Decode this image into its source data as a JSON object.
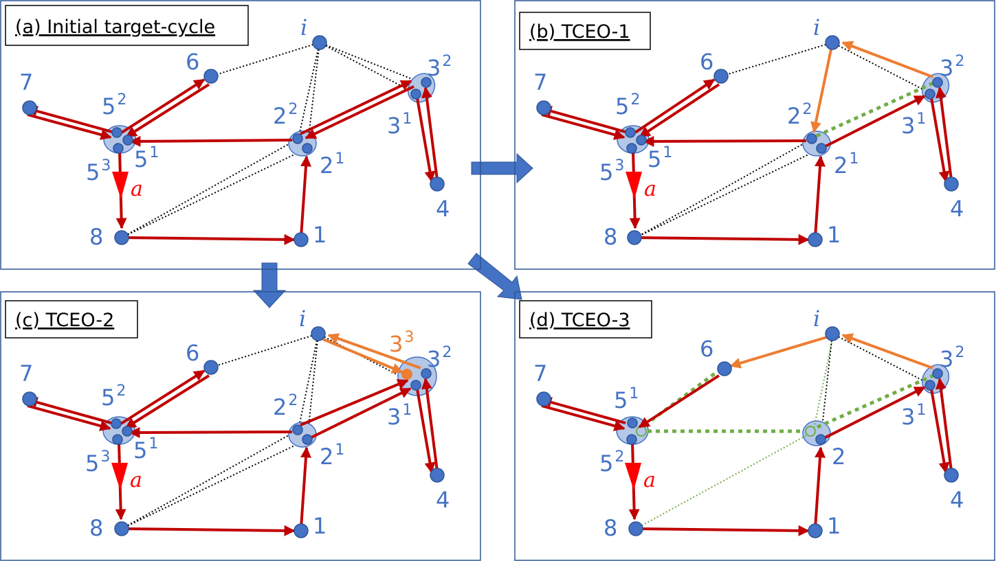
{
  "colors": {
    "node": "#4472C4",
    "node_stroke": "#2F5597",
    "cluster": "#B4C7E7",
    "red": "#C00000",
    "bright_red": "#FF0000",
    "orange": "#ED7D31",
    "green": "#70AD47",
    "panel_border": "#2F5597",
    "arrow_fill": "#4472C4"
  },
  "panels": [
    {
      "title": "(a) Initial target-cycle",
      "labels": {
        "i": "i",
        "n6": "6",
        "n7": "7",
        "n8": "8",
        "n1": "1",
        "n4": "4",
        "n3a": "3",
        "n3a_sup": "2",
        "n3b": "3",
        "n3b_sup": "1",
        "n2a": "2",
        "n2a_sup": "2",
        "n2b": "2",
        "n2b_sup": "1",
        "n5a": "5",
        "n5a_sup": "2",
        "n5b": "5",
        "n5b_sup": "1",
        "n5c": "5",
        "n5c_sup": "3",
        "a": "a"
      }
    },
    {
      "title": "(b) TCEO-1",
      "labels": {
        "i": "i",
        "n6": "6",
        "n7": "7",
        "n8": "8",
        "n1": "1",
        "n4": "4",
        "n3a": "3",
        "n3a_sup": "2",
        "n3b": "3",
        "n3b_sup": "1",
        "n2a": "2",
        "n2a_sup": "2",
        "n2b": "2",
        "n2b_sup": "1",
        "n5a": "5",
        "n5a_sup": "2",
        "n5b": "5",
        "n5b_sup": "1",
        "n5c": "5",
        "n5c_sup": "3",
        "a": "a"
      }
    },
    {
      "title": "(c) TCEO-2",
      "labels": {
        "i": "i",
        "n6": "6",
        "n7": "7",
        "n8": "8",
        "n1": "1",
        "n4": "4",
        "n3a": "3",
        "n3a_sup": "2",
        "n3b": "3",
        "n3b_sup": "1",
        "n3c": "3",
        "n3c_sup": "3",
        "n2a": "2",
        "n2a_sup": "2",
        "n2b": "2",
        "n2b_sup": "1",
        "n5a": "5",
        "n5a_sup": "2",
        "n5b": "5",
        "n5b_sup": "1",
        "n5c": "5",
        "n5c_sup": "3",
        "a": "a"
      }
    },
    {
      "title": "(d) TCEO-3",
      "labels": {
        "i": "i",
        "n6": "6",
        "n7": "7",
        "n8": "8",
        "n1": "1",
        "n4": "4",
        "n3a": "3",
        "n3a_sup": "2",
        "n3b": "3",
        "n3b_sup": "1",
        "n2": "2",
        "n5a": "5",
        "n5a_sup": "1",
        "n5b": "5",
        "n5b_sup": "2",
        "a": "a"
      }
    }
  ]
}
